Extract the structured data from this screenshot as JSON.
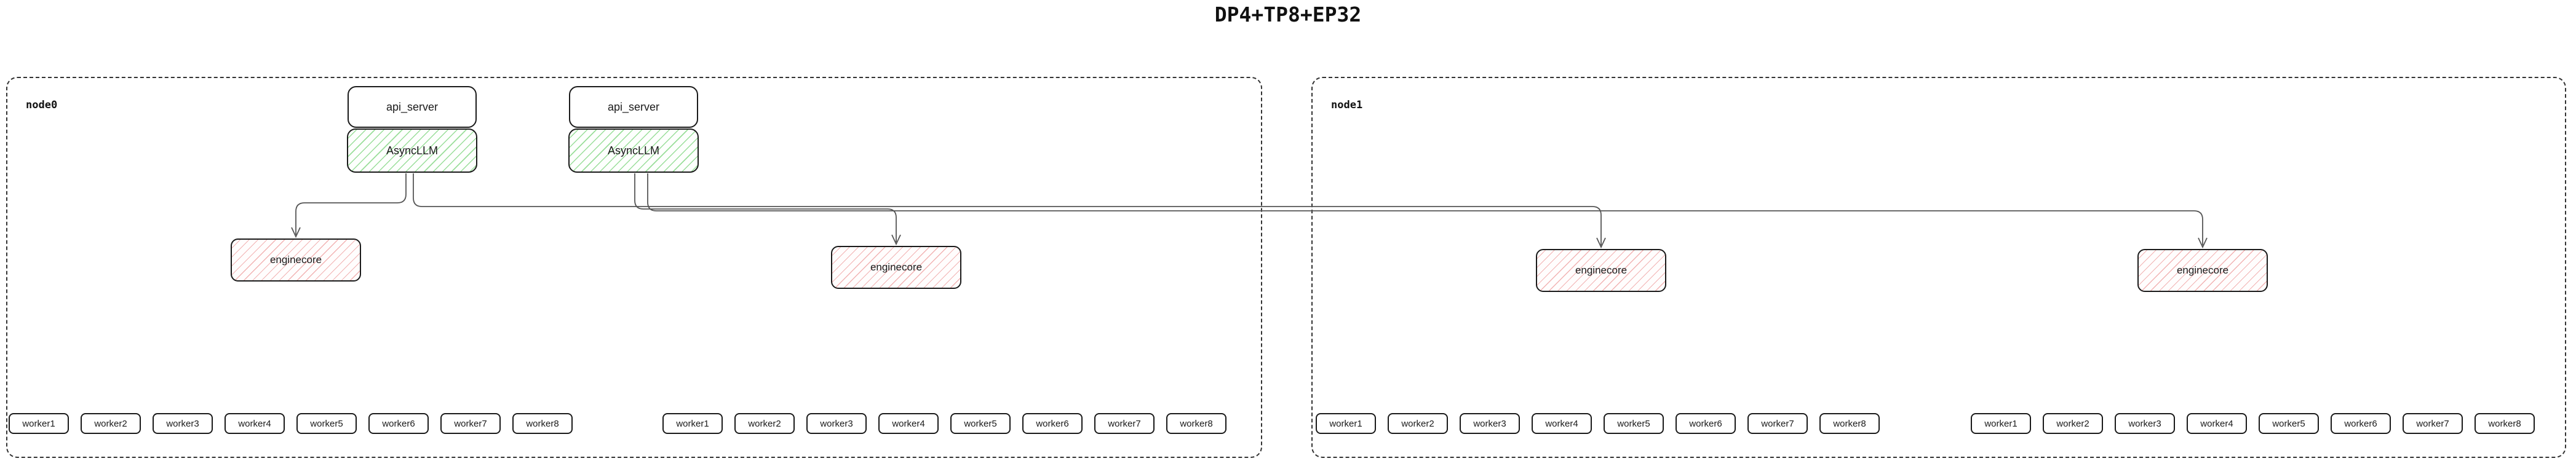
{
  "title": "DP4+TP8+EP32",
  "colors": {
    "background": "#ffffff",
    "box_border": "#1a1a1a",
    "node_border": "#333333",
    "edge": "#555555",
    "asyncllm_stripe_green": "#9ade9a",
    "enginecore_stripe_pink": "#f2b3b3"
  },
  "nodes": [
    {
      "label": "node0"
    },
    {
      "label": "node1"
    }
  ],
  "api_stacks": [
    {
      "api_server": "api_server",
      "asyncllm": "AsyncLLM"
    },
    {
      "api_server": "api_server",
      "asyncllm": "AsyncLLM"
    }
  ],
  "enginecores": [
    {
      "label": "enginecore"
    },
    {
      "label": "enginecore"
    },
    {
      "label": "enginecore"
    },
    {
      "label": "enginecore"
    }
  ],
  "worker_groups": [
    {
      "workers": [
        "worker1",
        "worker2",
        "worker3",
        "worker4",
        "worker5",
        "worker6",
        "worker7",
        "worker8"
      ]
    },
    {
      "workers": [
        "worker1",
        "worker2",
        "worker3",
        "worker4",
        "worker5",
        "worker6",
        "worker7",
        "worker8"
      ]
    },
    {
      "workers": [
        "worker1",
        "worker2",
        "worker3",
        "worker4",
        "worker5",
        "worker6",
        "worker7",
        "worker8"
      ]
    },
    {
      "workers": [
        "worker1",
        "worker2",
        "worker3",
        "worker4",
        "worker5",
        "worker6",
        "worker7",
        "worker8"
      ]
    }
  ]
}
